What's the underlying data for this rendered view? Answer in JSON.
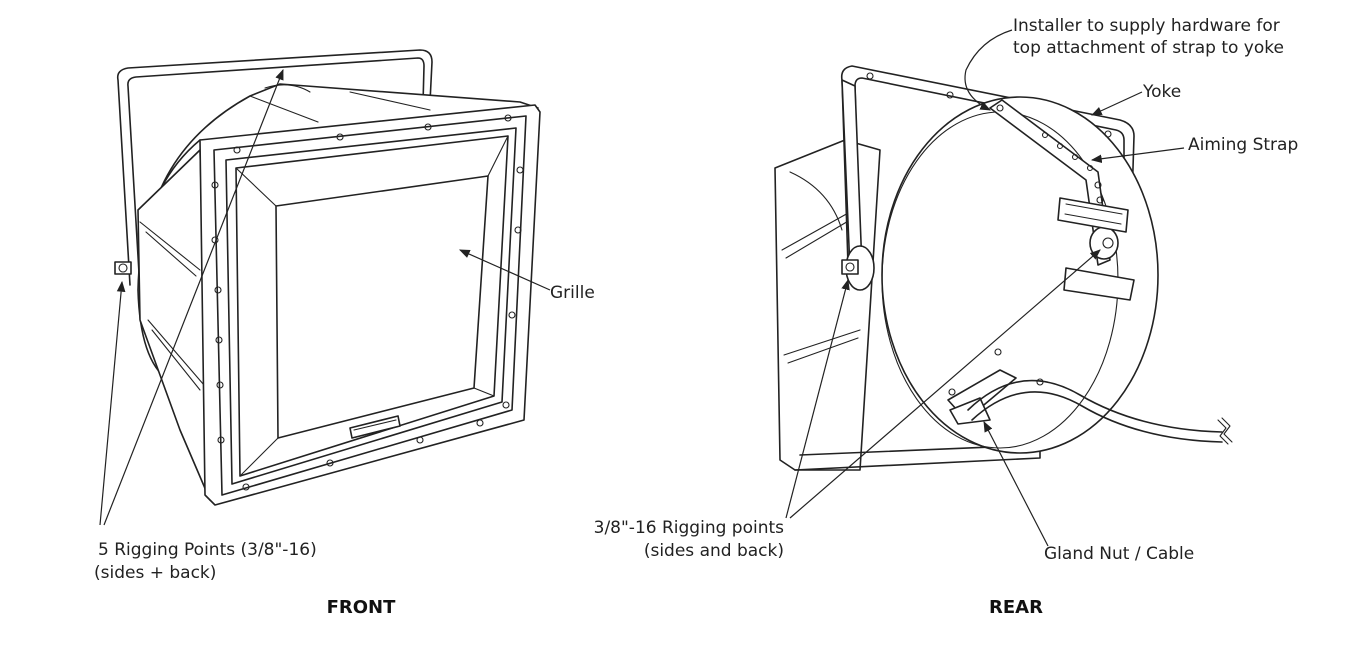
{
  "front": {
    "caption": "FRONT",
    "label_grille": "Grille",
    "label_rigging_line1": "5 Rigging Points (3/8\"-16)",
    "label_rigging_line2": "(sides + back)"
  },
  "rear": {
    "caption": "REAR",
    "label_installer_line1": "Installer to supply hardware for",
    "label_installer_line2": "top attachment of strap to yoke",
    "label_yoke": "Yoke",
    "label_aiming_strap": "Aiming Strap",
    "label_rigging_line1": "3/8\"-16 Rigging points",
    "label_rigging_line2": "(sides and back)",
    "label_gland": "Gland Nut / Cable"
  }
}
